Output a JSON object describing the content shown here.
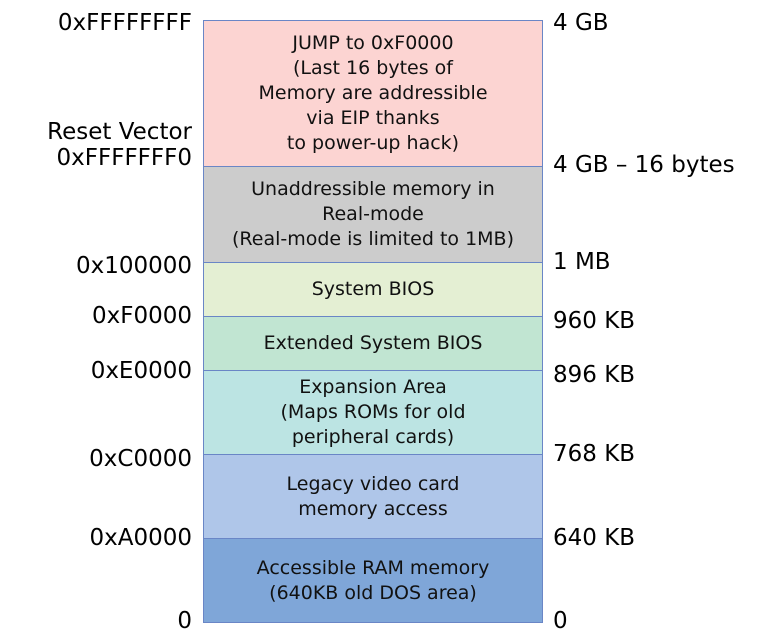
{
  "regions": [
    {
      "id": "reset-region",
      "lines": [
        "JUMP to 0xF0000",
        "(Last 16 bytes of",
        "Memory are addressible",
        "via EIP thanks",
        "to power-up hack)"
      ],
      "color": "#fcd4d2"
    },
    {
      "id": "unaddressible-region",
      "lines": [
        "Unaddressible memory in",
        "Real-mode",
        "(Real-mode is limited to 1MB)"
      ],
      "color": "#cccccc"
    },
    {
      "id": "system-bios-region",
      "lines": [
        "System BIOS"
      ],
      "color": "#e4efd3"
    },
    {
      "id": "extended-bios-region",
      "lines": [
        "Extended System BIOS"
      ],
      "color": "#c1e5d2"
    },
    {
      "id": "expansion-region",
      "lines": [
        "Expansion Area",
        "(Maps ROMs for old",
        "peripheral cards)"
      ],
      "color": "#bce4e3"
    },
    {
      "id": "legacy-video-region",
      "lines": [
        "Legacy video card",
        "memory access"
      ],
      "color": "#afc6e9"
    },
    {
      "id": "ram-region",
      "lines": [
        "Accessible RAM memory",
        "(640KB old DOS area)"
      ],
      "color": "#7fa6d8"
    }
  ],
  "addresses": [
    [
      "0xFFFFFFFF"
    ],
    [
      "Reset Vector",
      "0xFFFFFFF0"
    ],
    [
      "0x100000"
    ],
    [
      "0xF0000"
    ],
    [
      "0xE0000"
    ],
    [
      "0xC0000"
    ],
    [
      "0xA0000"
    ],
    [
      "0"
    ]
  ],
  "sizes": [
    "4 GB",
    "4 GB – 16 bytes",
    "1 MB",
    "960 KB",
    "896 KB",
    "768 KB",
    "640 KB",
    "0"
  ]
}
